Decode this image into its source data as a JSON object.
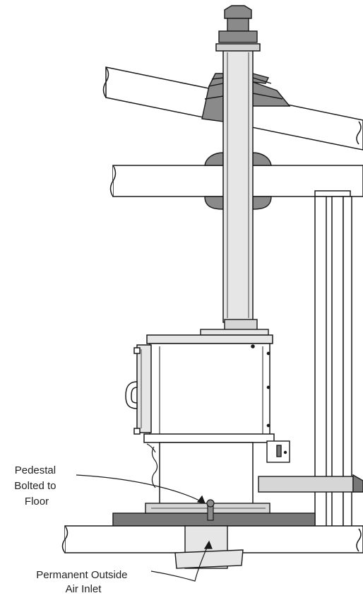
{
  "labels": {
    "pedestal": [
      "Pedestal",
      "Bolted to",
      "Floor"
    ],
    "air_inlet": [
      "Permanent Outside",
      "Air Inlet"
    ]
  },
  "colors": {
    "line": "#1a1a1a",
    "pipe": "#e6e6e6",
    "dark": "#777777",
    "light": "#d6d6d6",
    "bg": "#ffffff"
  }
}
